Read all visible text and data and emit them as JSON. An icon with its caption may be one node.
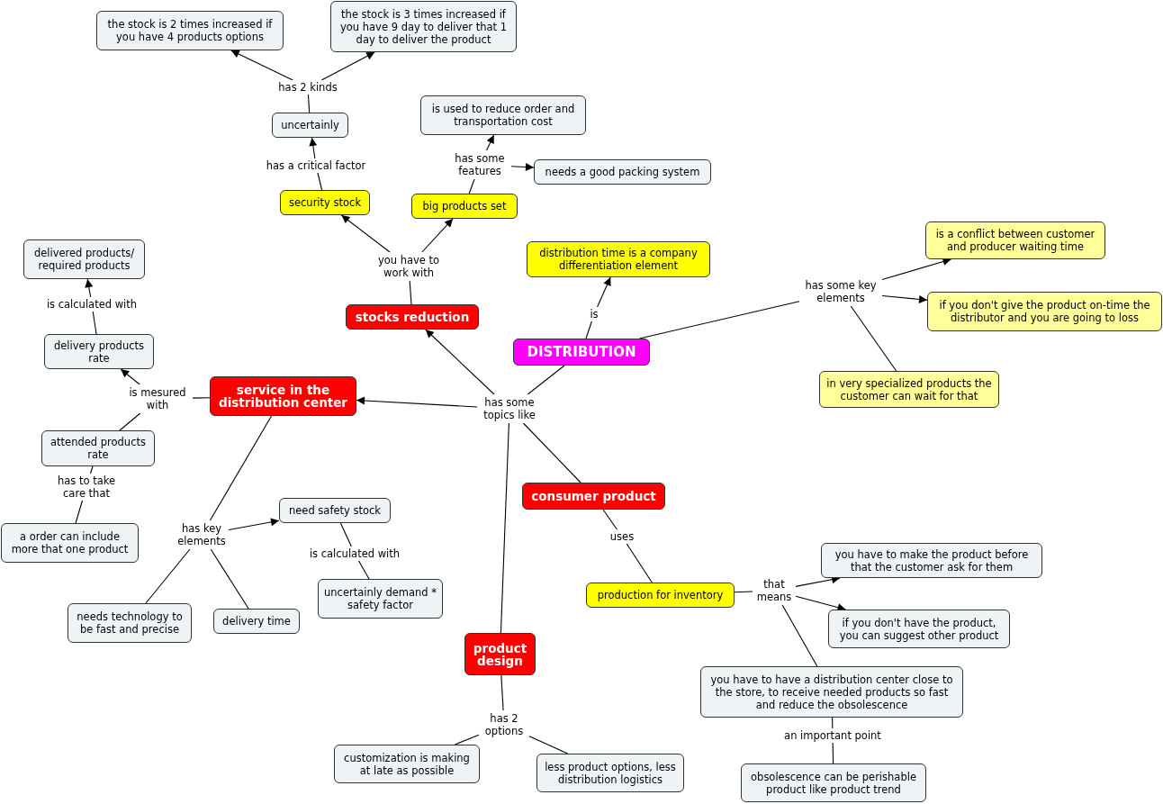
{
  "diagram": {
    "nodes": [
      {
        "text": [
          "DISTRIBUTION"
        ]
      },
      {
        "text": [
          "has some topics like"
        ]
      },
      {
        "text": [
          "stocks reduction"
        ]
      },
      {
        "text": [
          "service in the distribution center"
        ]
      },
      {
        "text": [
          "consumer product"
        ]
      },
      {
        "text": [
          "product design"
        ]
      },
      {
        "text": [
          "is"
        ]
      },
      {
        "text": [
          "distribution time is a company differentiation element"
        ]
      },
      {
        "text": [
          "has some key elements"
        ]
      },
      {
        "text": [
          "is a conflict between customer and  producer waiting time"
        ]
      },
      {
        "text": [
          "if you don't give the product on-time the distributor and you are going to loss"
        ]
      },
      {
        "text": [
          "in very specialized products the customer can wait for that"
        ]
      },
      {
        "text": [
          "you have to work with"
        ]
      },
      {
        "text": [
          "security stock"
        ]
      },
      {
        "text": [
          "big products set"
        ]
      },
      {
        "text": [
          "has a critical factor"
        ]
      },
      {
        "text": [
          "uncertainly"
        ]
      },
      {
        "text": [
          "has 2 kinds"
        ]
      },
      {
        "text": [
          "the stock is 2 times increased if you have 4 products options"
        ]
      },
      {
        "text": [
          "the stock is 3 times increased if you have 9 day to deliver that 1 day to deliver the product"
        ]
      },
      {
        "text": [
          "has some features"
        ]
      },
      {
        "text": [
          "is used to reduce order and transportation cost"
        ]
      },
      {
        "text": [
          "needs a good packing system"
        ]
      },
      {
        "text": [
          "is mesured with"
        ]
      },
      {
        "text": [
          "delivery products rate"
        ]
      },
      {
        "text": [
          "is calculated with"
        ]
      },
      {
        "text": [
          "delivered products/ required products"
        ]
      },
      {
        "text": [
          "attended products rate"
        ]
      },
      {
        "text": [
          "has to take care that"
        ]
      },
      {
        "text": [
          "a order can include more that one product"
        ]
      },
      {
        "text": [
          "has key elements"
        ]
      },
      {
        "text": [
          "need safety stock"
        ]
      },
      {
        "text": [
          "is calculated with"
        ]
      },
      {
        "text": [
          "uncertainly demand * safety factor"
        ]
      },
      {
        "text": [
          "needs technology to be fast and precise"
        ]
      },
      {
        "text": [
          "delivery time"
        ]
      },
      {
        "text": [
          "uses"
        ]
      },
      {
        "text": [
          "production for inventory"
        ]
      },
      {
        "text": [
          "that means"
        ]
      },
      {
        "text": [
          "you have to make the product before that the customer ask for them"
        ]
      },
      {
        "text": [
          "if you don't have the product, you can suggest other product"
        ]
      },
      {
        "text": [
          "you have to have a distribution center close to the store, to receive needed products so fast and reduce the obsolescence"
        ]
      },
      {
        "text": [
          "an important point"
        ]
      },
      {
        "text": [
          "obsolescence can be perishable product like product trend"
        ]
      },
      {
        "text": [
          "has 2 options"
        ]
      },
      {
        "text": [
          "customization is making at late as possible"
        ]
      },
      {
        "text": [
          "less product options, less distribution logistics"
        ]
      }
    ],
    "edges": [
      {
        "from": 0,
        "to": 1,
        "arrow": "none"
      },
      {
        "from": 1,
        "to": 2,
        "arrow": "to"
      },
      {
        "from": 1,
        "to": 3,
        "arrow": "to"
      },
      {
        "from": 1,
        "to": 4,
        "arrow": "none"
      },
      {
        "from": 1,
        "to": 5,
        "arrow": "none"
      },
      {
        "from": 0,
        "to": 6,
        "arrow": "none"
      },
      {
        "from": 6,
        "to": 7,
        "arrow": "to"
      },
      {
        "from": 0,
        "to": 8,
        "arrow": "none"
      },
      {
        "from": 8,
        "to": 9,
        "arrow": "to"
      },
      {
        "from": 8,
        "to": 10,
        "arrow": "to"
      },
      {
        "from": 8,
        "to": 11,
        "arrow": "none"
      },
      {
        "from": 2,
        "to": 12,
        "arrow": "none"
      },
      {
        "from": 12,
        "to": 13,
        "arrow": "to"
      },
      {
        "from": 12,
        "to": 14,
        "arrow": "to"
      },
      {
        "from": 13,
        "to": 15,
        "arrow": "none"
      },
      {
        "from": 15,
        "to": 16,
        "arrow": "to"
      },
      {
        "from": 16,
        "to": 17,
        "arrow": "none"
      },
      {
        "from": 17,
        "to": 18,
        "arrow": "to"
      },
      {
        "from": 17,
        "to": 19,
        "arrow": "to"
      },
      {
        "from": 14,
        "to": 20,
        "arrow": "none"
      },
      {
        "from": 20,
        "to": 21,
        "arrow": "to"
      },
      {
        "from": 20,
        "to": 22,
        "arrow": "to"
      },
      {
        "from": 3,
        "to": 23,
        "arrow": "none"
      },
      {
        "from": 23,
        "to": 24,
        "arrow": "to"
      },
      {
        "from": 23,
        "to": 27,
        "arrow": "none"
      },
      {
        "from": 24,
        "to": 25,
        "arrow": "none"
      },
      {
        "from": 25,
        "to": 26,
        "arrow": "to"
      },
      {
        "from": 27,
        "to": 28,
        "arrow": "none"
      },
      {
        "from": 28,
        "to": 29,
        "arrow": "none"
      },
      {
        "from": 3,
        "to": 30,
        "arrow": "none"
      },
      {
        "from": 30,
        "to": 31,
        "arrow": "to"
      },
      {
        "from": 30,
        "to": 34,
        "arrow": "none"
      },
      {
        "from": 30,
        "to": 35,
        "arrow": "none"
      },
      {
        "from": 31,
        "to": 32,
        "arrow": "none"
      },
      {
        "from": 32,
        "to": 33,
        "arrow": "none"
      },
      {
        "from": 4,
        "to": 36,
        "arrow": "none"
      },
      {
        "from": 36,
        "to": 37,
        "arrow": "none"
      },
      {
        "from": 37,
        "to": 38,
        "arrow": "none"
      },
      {
        "from": 38,
        "to": 39,
        "arrow": "to"
      },
      {
        "from": 38,
        "to": 40,
        "arrow": "to"
      },
      {
        "from": 38,
        "to": 41,
        "arrow": "none"
      },
      {
        "from": 41,
        "to": 42,
        "arrow": "none"
      },
      {
        "from": 42,
        "to": 43,
        "arrow": "none"
      },
      {
        "from": 5,
        "to": 44,
        "arrow": "none"
      },
      {
        "from": 44,
        "to": 45,
        "arrow": "none"
      },
      {
        "from": 44,
        "to": 46,
        "arrow": "none"
      }
    ]
  }
}
